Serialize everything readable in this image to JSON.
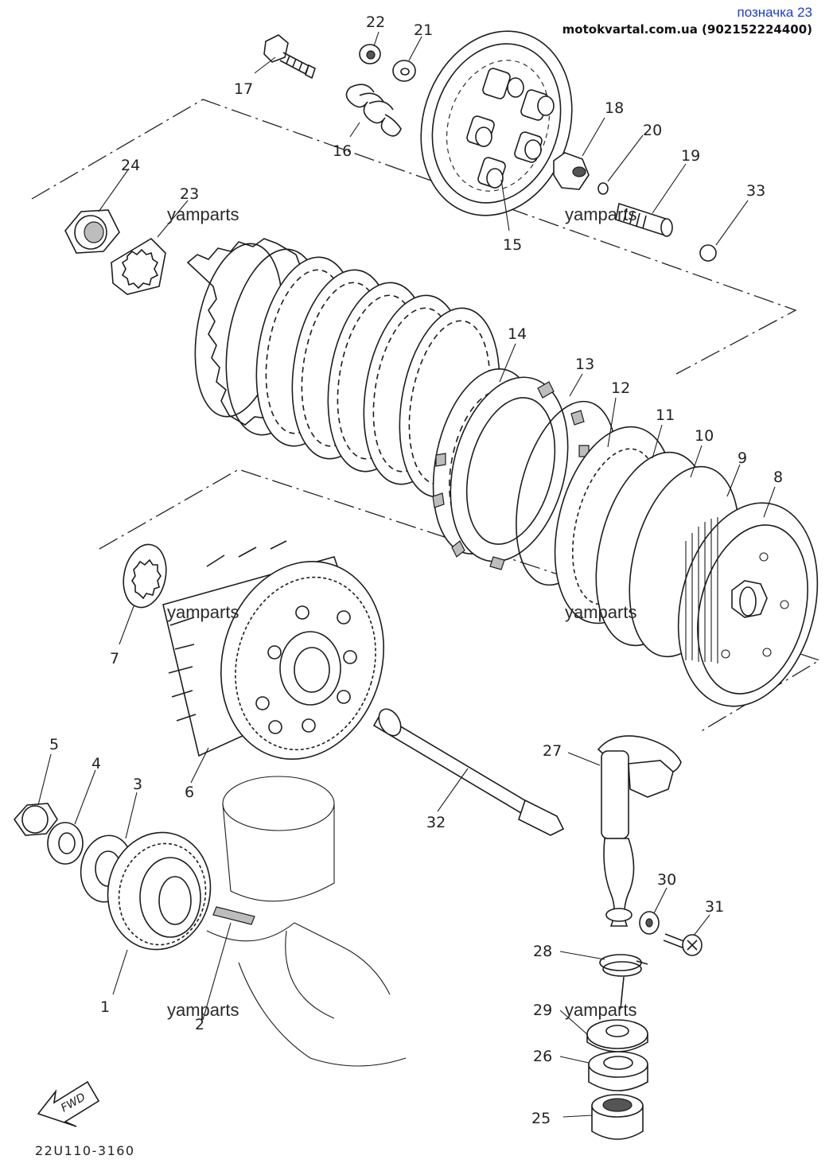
{
  "header": {
    "title": "позначка 23",
    "subtitle": "motokvartal.com.ua (902152224400)"
  },
  "diagram": {
    "code": "22U110-3160",
    "fwd_label": "FWD",
    "watermark": "yamparts",
    "part_numbers": [
      "1",
      "2",
      "3",
      "4",
      "5",
      "6",
      "7",
      "8",
      "9",
      "10",
      "11",
      "12",
      "13",
      "14",
      "15",
      "16",
      "17",
      "18",
      "19",
      "20",
      "21",
      "22",
      "23",
      "24",
      "25",
      "26",
      "27",
      "28",
      "29",
      "30",
      "31",
      "32",
      "33"
    ]
  }
}
